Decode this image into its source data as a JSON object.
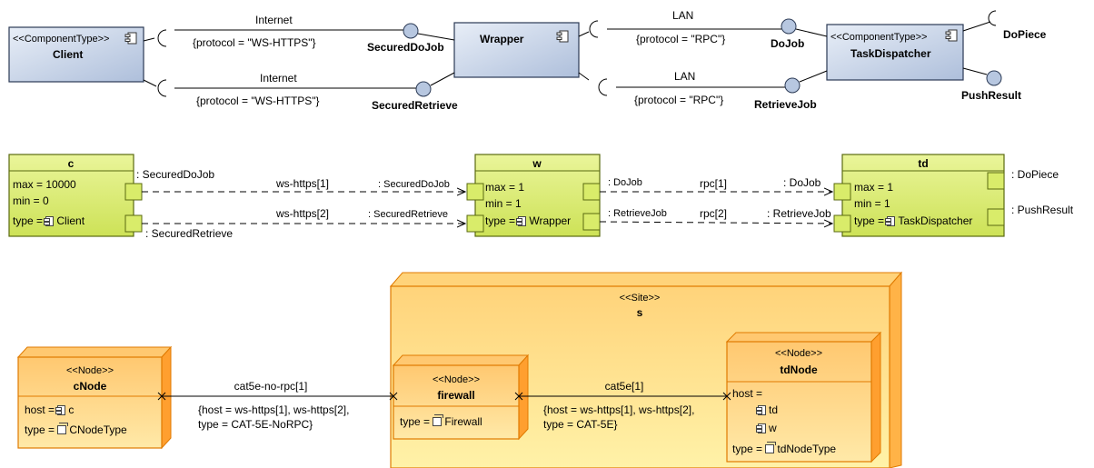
{
  "component_diagram": {
    "client": {
      "stereotype": "<<ComponentType>>",
      "name": "Client"
    },
    "wrapper": {
      "name": "Wrapper"
    },
    "task_dispatcher": {
      "stereotype": "<<ComponentType>>",
      "name": "TaskDispatcher"
    },
    "links": [
      {
        "medium": "Internet",
        "protocol": "{protocol = \"WS-HTTPS\"}",
        "port": "SecuredDoJob"
      },
      {
        "medium": "Internet",
        "protocol": "{protocol = \"WS-HTTPS\"}",
        "port": "SecuredRetrieve"
      },
      {
        "medium": "LAN",
        "protocol": "{protocol = \"RPC\"}",
        "port": "DoJob"
      },
      {
        "medium": "LAN",
        "protocol": "{protocol = \"RPC\"}",
        "port": "RetrieveJob"
      }
    ],
    "td_ports": [
      "DoPiece",
      "PushResult"
    ]
  },
  "instance_diagram": {
    "c": {
      "name": "c",
      "slots": [
        "max = 10000",
        "min = 0",
        "type = "
      ],
      "type_value": "Client",
      "ports": [
        ": SecuredDoJob",
        ": SecuredRetrieve"
      ]
    },
    "w": {
      "name": "w",
      "slots": [
        "max = 1",
        "min = 1",
        "type = "
      ],
      "type_value": "Wrapper",
      "ports_left": [
        ": SecuredDoJob",
        ": SecuredRetrieve"
      ],
      "ports_right": [
        ": DoJob",
        ": RetrieveJob"
      ]
    },
    "td": {
      "name": "td",
      "slots": [
        "max = 1",
        "min = 1",
        "type = "
      ],
      "type_value": "TaskDispatcher",
      "ports_left": [
        ": DoJob",
        ": RetrieveJob"
      ],
      "ports_right": [
        ": DoPiece",
        ": PushResult"
      ]
    },
    "connectors": [
      "ws-https[1]",
      "ws-https[2]",
      "rpc[1]",
      "rpc[2]"
    ]
  },
  "deployment_diagram": {
    "site": {
      "stereotype": "<<Site>>",
      "name": "s"
    },
    "cnode": {
      "stereotype": "<<Node>>",
      "name": "cNode",
      "host_label": "host = ",
      "host_value": "c",
      "type_label": "type = ",
      "type_value": "CNodeType"
    },
    "firewall": {
      "stereotype": "<<Node>>",
      "name": "firewall",
      "type_label": "type = ",
      "type_value": "Firewall"
    },
    "tdnode": {
      "stereotype": "<<Node>>",
      "name": "tdNode",
      "host_label": "host =",
      "hosts": [
        "td",
        "w"
      ],
      "type_label": "type = ",
      "type_value": "tdNodeType"
    },
    "link1": {
      "name": "cat5e-no-rpc[1]",
      "props": [
        "{host = ws-https[1], ws-https[2],",
        "type = CAT-5E-NoRPC}"
      ]
    },
    "link2": {
      "name": "cat5e[1]",
      "props": [
        "{host = ws-https[1], ws-https[2],",
        "type = CAT-5E}"
      ]
    }
  },
  "colors": {
    "component_fill": "#c9d5e8",
    "component_stroke": "#2b3a55",
    "instance_fill": "#d9ec6a",
    "instance_header": "#cde257",
    "instance_stroke": "#5a6a10",
    "node_fill": "#ffd37a",
    "node_header": "#ffb347",
    "node_stroke": "#e07a00",
    "site_fill": "#ffeb8c"
  }
}
